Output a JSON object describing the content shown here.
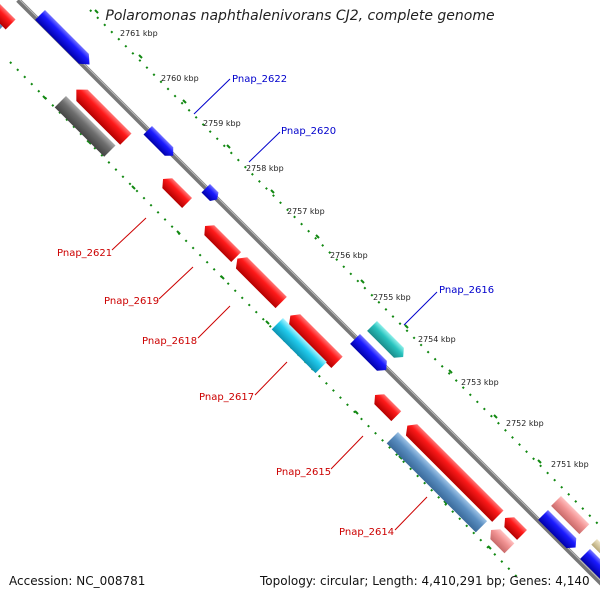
{
  "title": "Polaromonas naphthalenivorans CJ2, complete genome",
  "accession": "Accession: NC_008781",
  "topology": "Topology: circular; Length: 4,410,291 bp; Genes: 4,140",
  "colors": {
    "backbone": "#777777",
    "forward_label": "#0000cc",
    "reverse_label": "#cc0000",
    "tick": "#118811"
  },
  "scale": {
    "ticks": [
      {
        "kbp": 2761,
        "label": "2761 kbp"
      },
      {
        "kbp": 2760,
        "label": "2760 kbp"
      },
      {
        "kbp": 2759,
        "label": "2759 kbp"
      },
      {
        "kbp": 2758,
        "label": "2758 kbp"
      },
      {
        "kbp": 2757,
        "label": "2757 kbp"
      },
      {
        "kbp": 2756,
        "label": "2756 kbp"
      },
      {
        "kbp": 2755,
        "label": "2755 kbp"
      },
      {
        "kbp": 2754,
        "label": "2754 kbp"
      },
      {
        "kbp": 2753,
        "label": "2753 kbp"
      },
      {
        "kbp": 2752,
        "label": "2752 kbp"
      },
      {
        "kbp": 2751,
        "label": "2751 kbp"
      }
    ]
  },
  "gene_labels": [
    {
      "text": "Pnap_2622",
      "strand": "forward"
    },
    {
      "text": "Pnap_2620",
      "strand": "forward"
    },
    {
      "text": "Pnap_2616",
      "strand": "forward"
    },
    {
      "text": "Pnap_2621",
      "strand": "reverse"
    },
    {
      "text": "Pnap_2619",
      "strand": "reverse"
    },
    {
      "text": "Pnap_2618",
      "strand": "reverse"
    },
    {
      "text": "Pnap_2617",
      "strand": "reverse"
    },
    {
      "text": "Pnap_2615",
      "strand": "reverse"
    },
    {
      "text": "Pnap_2614",
      "strand": "reverse"
    }
  ]
}
